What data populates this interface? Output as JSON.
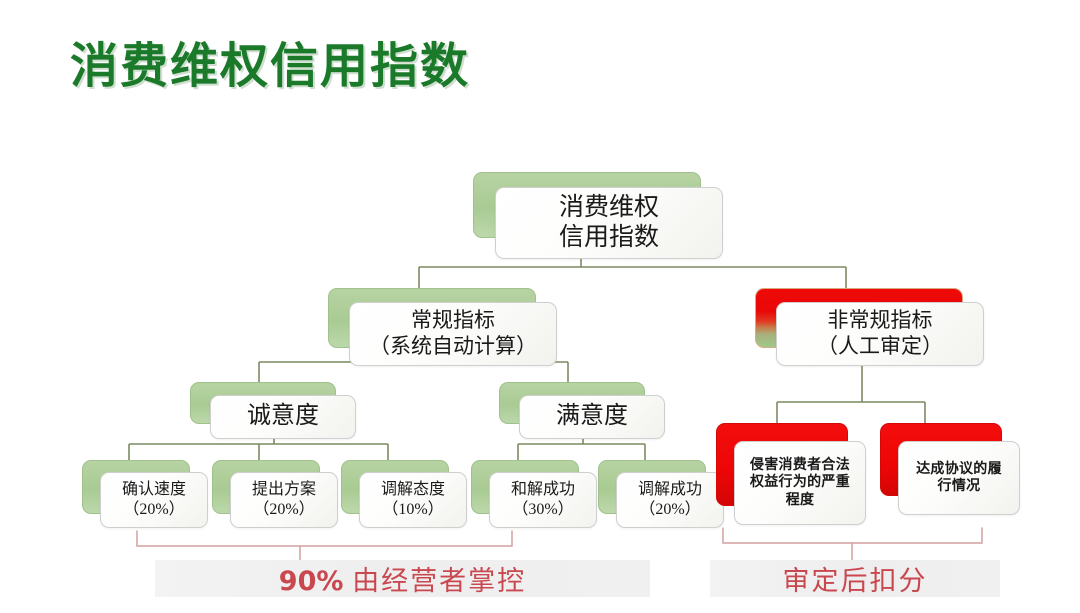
{
  "page": {
    "title": "消费维权信用指数",
    "title_color": "#1b7a2a",
    "background": "#ffffff"
  },
  "diagram": {
    "type": "tree",
    "nodes": {
      "root": {
        "text": "消费维权\n信用指数",
        "style": "green"
      },
      "regular": {
        "text": "常规指标\n（系统自动计算）",
        "style": "green"
      },
      "irregular": {
        "text": "非常规指标\n（人工审定）",
        "style": "red-green-gradient"
      },
      "sincerity": {
        "text": "诚意度",
        "style": "green"
      },
      "satisfaction": {
        "text": "满意度",
        "style": "green"
      },
      "leaf1": {
        "text": "确认速度\n（20%）",
        "style": "green",
        "weight": "20%"
      },
      "leaf2": {
        "text": "提出方案\n（20%）",
        "style": "green",
        "weight": "20%"
      },
      "leaf3": {
        "text": "调解态度\n（10%）",
        "style": "green",
        "weight": "10%"
      },
      "leaf4": {
        "text": "和解成功\n（30%）",
        "style": "green",
        "weight": "30%"
      },
      "leaf5": {
        "text": "调解成功\n（20%）",
        "style": "green",
        "weight": "20%"
      },
      "redleaf1": {
        "text": "侵害消费者合法\n权益行为的严重\n程度",
        "style": "red"
      },
      "redleaf2": {
        "text": "达成协议的履\n行情况",
        "style": "red"
      }
    },
    "colors": {
      "node_green": "#aecf99",
      "node_red": "#ee0707",
      "connector": "#7b8a63",
      "bracket": "#d99a9a",
      "caption_text": "#c9484f",
      "caption_bar": "#f0f0f0"
    }
  },
  "captions": {
    "left": {
      "prefix": "90%",
      "text": " 由经营者掌控"
    },
    "right": {
      "prefix": "",
      "text": "审定后扣分"
    }
  }
}
